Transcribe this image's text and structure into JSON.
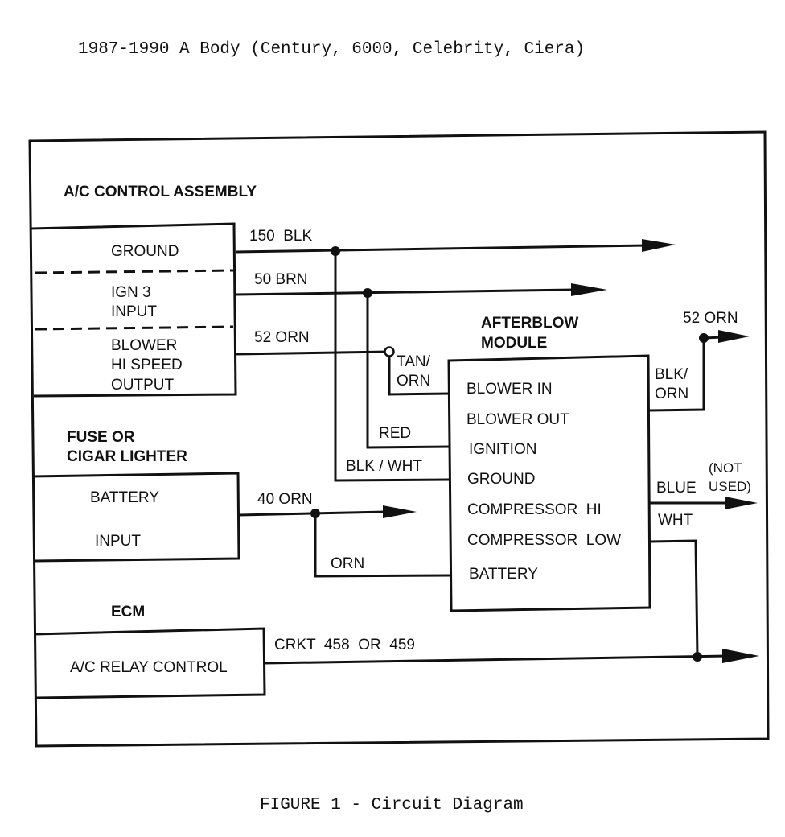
{
  "header": {
    "title": "1987-1990 A Body (Century, 6000, Celebrity, Ciera)"
  },
  "caption": "FIGURE 1 - Circuit Diagram",
  "ac_control": {
    "heading": "A/C CONTROL ASSEMBLY",
    "ground": "GROUND",
    "ign3_line1": "IGN 3",
    "ign3_line2": "INPUT",
    "blower_line1": "BLOWER",
    "blower_line2": "HI SPEED",
    "blower_line3": "OUTPUT"
  },
  "fuse": {
    "heading_line1": "FUSE OR",
    "heading_line2": "CIGAR LIGHTER",
    "battery": "BATTERY",
    "input": "INPUT"
  },
  "ecm": {
    "heading": "ECM",
    "relay_control": "A/C RELAY CONTROL"
  },
  "module": {
    "heading_line1": "AFTERBLOW",
    "heading_line2": "MODULE",
    "blower_in": "BLOWER IN",
    "blower_out": "BLOWER OUT",
    "ignition": "IGNITION",
    "ground": "GROUND",
    "compressor_hi": "COMPRESSOR  HI",
    "compressor_low": "COMPRESSOR  LOW",
    "battery": "BATTERY"
  },
  "wires": {
    "w150_blk": "150  BLK",
    "w50_brn": "50 BRN",
    "w52_orn": "52 ORN",
    "tan_orn_1": "TAN/",
    "tan_orn_2": "ORN",
    "red": "RED",
    "blk_wht": "BLK / WHT",
    "w40_orn": "40 ORN",
    "orn": "ORN",
    "crkt": "CRKT  458  OR  459",
    "out_52_orn": "52 ORN",
    "blk_orn_1": "BLK/",
    "blk_orn_2": "ORN",
    "blue": "BLUE",
    "not_used_1": "(NOT",
    "not_used_2": "USED)",
    "wht": "WHT"
  }
}
